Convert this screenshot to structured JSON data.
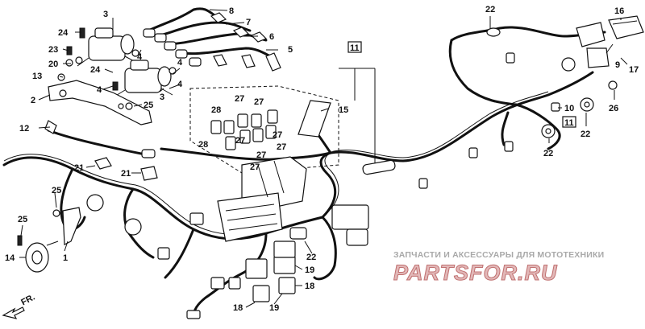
{
  "diagram": {
    "callouts": [
      {
        "id": "c3a",
        "text": "3"
      },
      {
        "id": "c24a",
        "text": "24"
      },
      {
        "id": "c4a",
        "text": "4"
      },
      {
        "id": "c23",
        "text": "23"
      },
      {
        "id": "c20",
        "text": "20"
      },
      {
        "id": "c13",
        "text": "13"
      },
      {
        "id": "c24b",
        "text": "24"
      },
      {
        "id": "c4b",
        "text": "4"
      },
      {
        "id": "c8",
        "text": "8"
      },
      {
        "id": "c7",
        "text": "7"
      },
      {
        "id": "c6",
        "text": "6"
      },
      {
        "id": "c5",
        "text": "5"
      },
      {
        "id": "c2",
        "text": "2"
      },
      {
        "id": "c4c",
        "text": "4"
      },
      {
        "id": "c3b",
        "text": "3"
      },
      {
        "id": "c4d",
        "text": "4"
      },
      {
        "id": "c25a",
        "text": "25"
      },
      {
        "id": "c12",
        "text": "12"
      },
      {
        "id": "c11a",
        "text": "11"
      },
      {
        "id": "c28a",
        "text": "28"
      },
      {
        "id": "c27a",
        "text": "27"
      },
      {
        "id": "c27b",
        "text": "27"
      },
      {
        "id": "c15",
        "text": "15"
      },
      {
        "id": "c27c",
        "text": "27"
      },
      {
        "id": "c28b",
        "text": "28"
      },
      {
        "id": "c27d",
        "text": "27"
      },
      {
        "id": "c27e",
        "text": "27"
      },
      {
        "id": "c27f",
        "text": "27"
      },
      {
        "id": "c27g",
        "text": "27"
      },
      {
        "id": "c22a",
        "text": "22"
      },
      {
        "id": "c16",
        "text": "16"
      },
      {
        "id": "c9",
        "text": "9"
      },
      {
        "id": "c17",
        "text": "17"
      },
      {
        "id": "c10",
        "text": "10"
      },
      {
        "id": "c26",
        "text": "26"
      },
      {
        "id": "c11b",
        "text": "11"
      },
      {
        "id": "c22b",
        "text": "22"
      },
      {
        "id": "c22c",
        "text": "22"
      },
      {
        "id": "c21a",
        "text": "21"
      },
      {
        "id": "c21b",
        "text": "21"
      },
      {
        "id": "c25b",
        "text": "25"
      },
      {
        "id": "c25c",
        "text": "25"
      },
      {
        "id": "c1",
        "text": "1"
      },
      {
        "id": "c14",
        "text": "14"
      },
      {
        "id": "c22d",
        "text": "22"
      },
      {
        "id": "c19a",
        "text": "19"
      },
      {
        "id": "c18a",
        "text": "18"
      },
      {
        "id": "c18b",
        "text": "18"
      },
      {
        "id": "c19b",
        "text": "19"
      }
    ],
    "direction_label": "FR."
  },
  "watermark": {
    "tagline": "ЗАПЧАСТИ И АКСЕССУАРЫ ДЛЯ МОТОТЕХНИКИ",
    "logo": "PARTSFOR.RU"
  }
}
